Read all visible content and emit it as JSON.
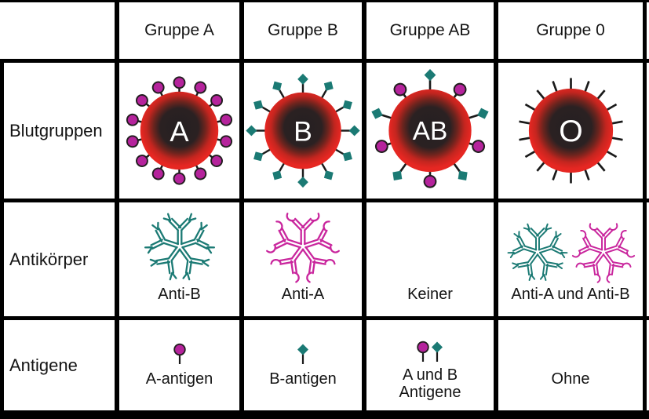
{
  "header": {
    "columns": [
      "Gruppe A",
      "Gruppe B",
      "Gruppe AB",
      "Gruppe 0"
    ]
  },
  "row_labels": [
    "Blutgruppen",
    "Antikörper",
    "Antigene"
  ],
  "blood_cells": {
    "letters": [
      "A",
      "B",
      "AB",
      "O"
    ]
  },
  "antibodies": {
    "labels": [
      "Anti-B",
      "Anti-A",
      "Keiner",
      "Anti-A und Anti-B"
    ]
  },
  "antigens": {
    "labels": [
      "A-antigen",
      "B-antigen",
      "A und B\nAntigene",
      "Ohne"
    ]
  },
  "icons": {
    "red-blood-cell-icon": "red circle with dark radial core and white letter",
    "a-antigen-icon": "magenta circle on a stalk",
    "b-antigen-icon": "teal diamond on a stalk",
    "bare-spike-icon": "short black line spike",
    "antibody-anti-b-icon": "teal Y-shape with forked tips, 5 arranged radially",
    "antibody-anti-a-icon": "magenta Y-shape with hooked tips, 5 arranged radially"
  },
  "colors": {
    "red": "#e62722",
    "magenta": "#b5239c",
    "teal": "#1b7a74",
    "magenta_antibody": "#c9269d",
    "border": "#000000",
    "text": "#141414",
    "background": "#ffffff"
  }
}
